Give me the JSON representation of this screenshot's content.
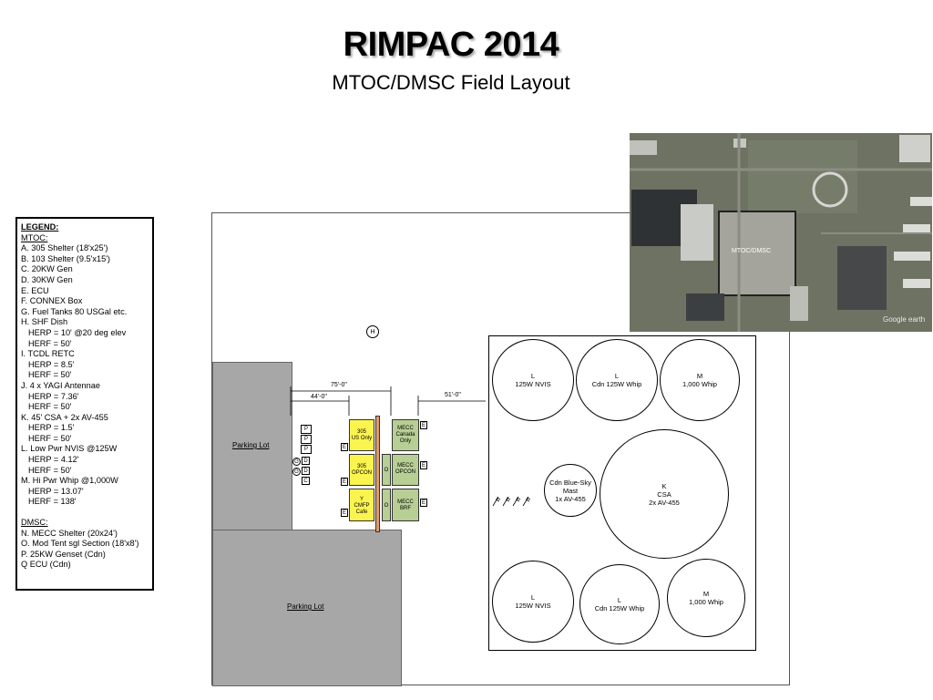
{
  "header": {
    "title": "RIMPAC 2014",
    "subtitle": "MTOC/DMSC Field Layout"
  },
  "legend": {
    "heading": "LEGEND:",
    "mtoc_heading": "MTOC:",
    "mtoc_items": [
      "A. 305 Shelter (18'x25')",
      "B. 103 Shelter (9.5'x15')",
      "C. 20KW Gen",
      "D. 30KW Gen",
      "E. ECU",
      "F. CONNEX Box",
      "G. Fuel Tanks 80 USGal etc.",
      "H. SHF Dish",
      "HERP = 10' @20 deg elev",
      "HERF = 50'",
      "I. TCDL RETC",
      "HERP = 8.5'",
      "HERF = 50'",
      "J. 4 x YAGI Antennae",
      "HERP = 7.36'",
      "HERF = 50'",
      "K. 45' CSA + 2x AV-455",
      "HERP = 1.5'",
      "HERF = 50'",
      "L. Low Pwr NVIS @125W",
      "HERP = 4.12'",
      "HERF = 50'",
      "M. Hi Pwr Whip @1,000W",
      "HERP = 13.07'",
      "HERF = 138'"
    ],
    "dmsc_heading": "DMSC:",
    "dmsc_items": [
      "N. MECC Shelter (20x24')",
      "O. Mod Tent sgl Section (18'x8')",
      "P. 25KW Genset (Cdn)",
      "Q ECU (Cdn)"
    ]
  },
  "layout": {
    "parking_lot_upper": "Parking Lot",
    "parking_lot_lower": "Parking Lot",
    "dish_label": "H",
    "dim_75": "75'-0\"",
    "dim_44": "44'-0\"",
    "dim_51": "51'-0\"",
    "gen_labels": [
      "P",
      "P",
      "P"
    ],
    "ecu_labels": [
      "G",
      "G"
    ],
    "d_labels": [
      "D",
      "D"
    ],
    "c_label": "C",
    "shelters": [
      "305\nUS Only",
      "305\nOPCON",
      "Y\nCMFP\nCafe"
    ],
    "e_label": "E",
    "o_label": "O",
    "mecc": [
      "MECC\nCanada\nOnly",
      "MECC\nOPCON",
      "MECC\nBRF"
    ],
    "antennas": {
      "l1": {
        "letter": "L",
        "name": "125W NVIS"
      },
      "l2": {
        "letter": "L",
        "name": "Cdn 125W Whip"
      },
      "m1": {
        "letter": "M",
        "name": "1,000 Whip"
      },
      "mast": {
        "name": "Cdn Blue-Sky\nMast\n1x AV-455"
      },
      "k": {
        "letter": "K",
        "name": "CSA\n2x AV-455"
      },
      "l3": {
        "letter": "L",
        "name": "125W NVIS"
      },
      "l4": {
        "letter": "L",
        "name": "Cdn 125W Whip"
      },
      "m2": {
        "letter": "M",
        "name": "1,000 Whip"
      }
    }
  },
  "satellite": {
    "label": "MTOC/DMSC",
    "watermark": "Google earth"
  }
}
